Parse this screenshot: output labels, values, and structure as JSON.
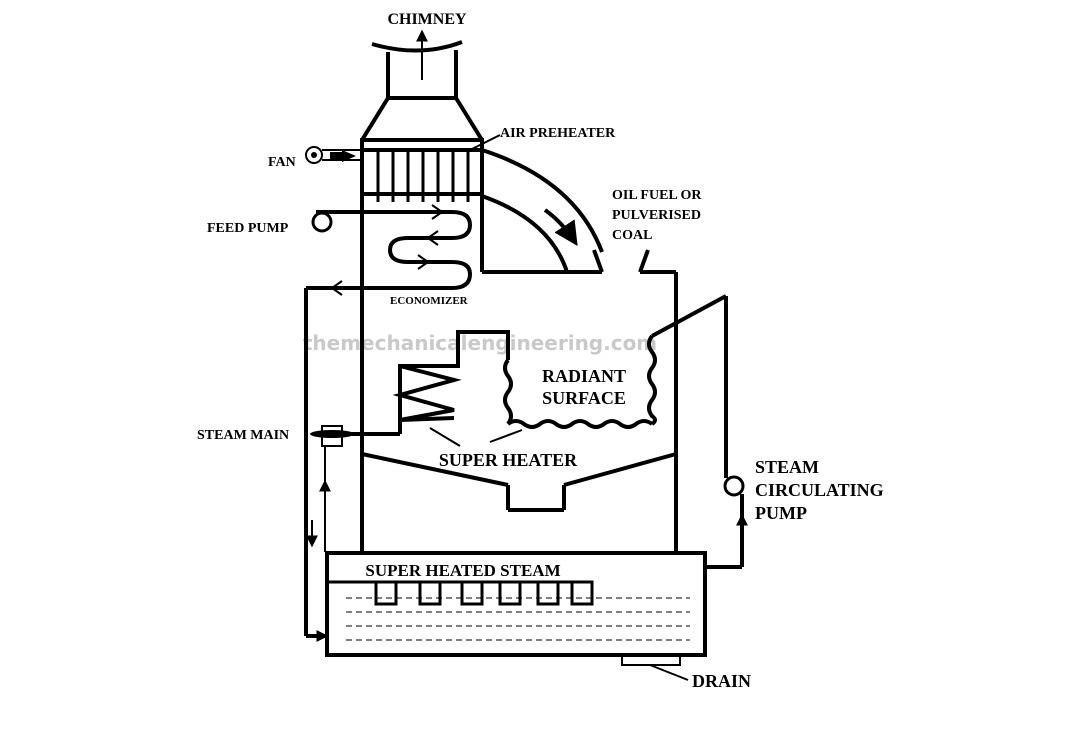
{
  "labels": {
    "chimney": "CHIMNEY",
    "air_preheater": "AIR PREHEATER",
    "fan": "FAN",
    "feed_pump": "FEED PUMP",
    "oil_fuel_1": "OIL FUEL OR",
    "oil_fuel_2": "PULVERISED",
    "oil_fuel_3": "COAL",
    "economizer": "ECONOMIZER",
    "radiant_1": "RADIANT",
    "radiant_2": "SURFACE",
    "steam_main": "STEAM MAIN",
    "super_heater": "SUPER HEATER",
    "circ_pump_1": "STEAM",
    "circ_pump_2": "CIRCULATING",
    "circ_pump_3": "PUMP",
    "super_heated_steam": "SUPER HEATED STEAM",
    "drain": "DRAIN"
  },
  "watermark": "themechanicalengineering.com"
}
